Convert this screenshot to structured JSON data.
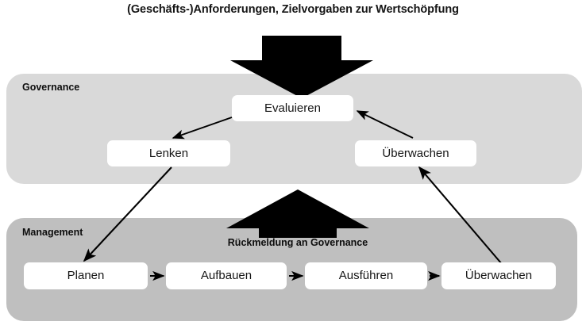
{
  "diagram": {
    "title": "(Geschäfts-)Anforderungen, Zielvorgaben zur Wertschöpfung",
    "feedback_label": "Rückmeldung an Governance",
    "colors": {
      "governance_panel": "#d9d9d9",
      "management_panel": "#bfbfbf",
      "node_fill": "#ffffff",
      "arrow": "#000000",
      "text": "#161616",
      "background": "#ffffff"
    },
    "panels": [
      {
        "id": "governance",
        "label": "Governance",
        "fill": "#d9d9d9"
      },
      {
        "id": "management",
        "label": "Management",
        "fill": "#bfbfbf"
      }
    ],
    "governance_nodes": [
      {
        "id": "evaluieren",
        "label": "Evaluieren"
      },
      {
        "id": "lenken",
        "label": "Lenken"
      },
      {
        "id": "ueberwachen",
        "label": "Überwachen"
      }
    ],
    "management_nodes": [
      {
        "id": "planen",
        "label": "Planen"
      },
      {
        "id": "aufbauen",
        "label": "Aufbauen"
      },
      {
        "id": "ausfuehren",
        "label": "Ausführen"
      },
      {
        "id": "ueberwachen",
        "label": "Überwachen"
      }
    ],
    "big_arrows": [
      {
        "id": "input-arrow",
        "direction": "down",
        "icon": "block-arrow-down-icon"
      },
      {
        "id": "feedback-arrow",
        "direction": "up",
        "icon": "block-arrow-up-icon"
      }
    ],
    "connectors": [
      {
        "id": "evaluieren-to-lenken",
        "from": "evaluieren",
        "to": "lenken"
      },
      {
        "id": "lenken-to-planen",
        "from": "lenken",
        "to": "planen"
      },
      {
        "id": "planen-to-aufbauen",
        "from": "planen",
        "to": "aufbauen"
      },
      {
        "id": "aufbauen-to-ausfuehren",
        "from": "aufbauen",
        "to": "ausfuehren"
      },
      {
        "id": "ausfuehren-to-ueberwachen",
        "from": "ausfuehren",
        "to": "ueberwachen"
      },
      {
        "id": "mgmt-ueberwachen-to-gov-ueberwachen",
        "from": "management.ueberwachen",
        "to": "governance.ueberwachen"
      },
      {
        "id": "gov-ueberwachen-to-evaluieren",
        "from": "governance.ueberwachen",
        "to": "evaluieren"
      }
    ]
  }
}
